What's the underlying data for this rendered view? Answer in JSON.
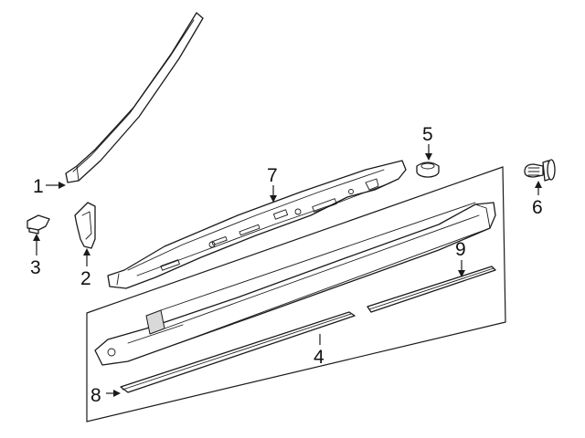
{
  "diagram": {
    "callouts": [
      {
        "id": "1",
        "label": "1"
      },
      {
        "id": "2",
        "label": "2"
      },
      {
        "id": "3",
        "label": "3"
      },
      {
        "id": "4",
        "label": "4"
      },
      {
        "id": "5",
        "label": "5"
      },
      {
        "id": "6",
        "label": "6"
      },
      {
        "id": "7",
        "label": "7"
      },
      {
        "id": "8",
        "label": "8"
      },
      {
        "id": "9",
        "label": "9"
      }
    ],
    "colors": {
      "line": "#1a1a1a",
      "background": "#ffffff",
      "shade": "#d9d9d9"
    }
  }
}
